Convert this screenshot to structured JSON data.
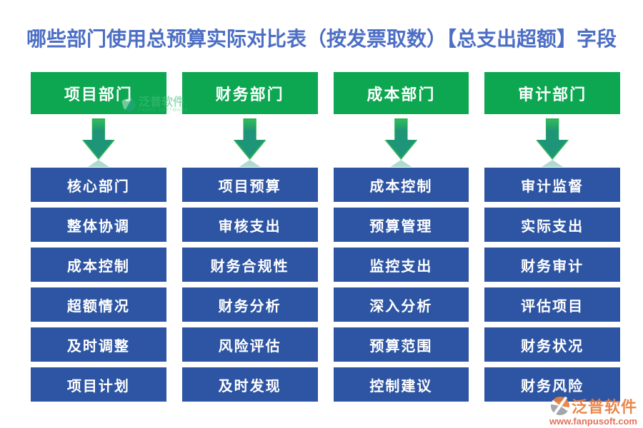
{
  "title": "哪些部门使用总预算实际对比表（按发票取数）【总支出超额】字段",
  "colors": {
    "title_blue": "#4C6EC5",
    "header_green": "#0CA750",
    "box_blue": "#2E55A3",
    "arrow_teal": "#1E9478",
    "arrow_green": "#2CB256",
    "watermark_orange": "#E87E3E"
  },
  "columns": [
    {
      "header": "项目部门",
      "items": [
        "核心部门",
        "整体协调",
        "成本控制",
        "超额情况",
        "及时调整",
        "项目计划"
      ]
    },
    {
      "header": "财务部门",
      "items": [
        "项目预算",
        "审核支出",
        "财务合规性",
        "财务分析",
        "风险评估",
        "及时发现"
      ]
    },
    {
      "header": "成本部门",
      "items": [
        "成本控制",
        "预算管理",
        "监控支出",
        "深入分析",
        "预算范围",
        "控制建议"
      ]
    },
    {
      "header": "审计部门",
      "items": [
        "审计监督",
        "实际支出",
        "财务审计",
        "评估项目",
        "财务状况",
        "财务风险"
      ]
    }
  ],
  "watermark": {
    "brand": "泛普软件",
    "subtext": "FANPU SOFTWARE",
    "url": "www.fanpusoft.com"
  }
}
